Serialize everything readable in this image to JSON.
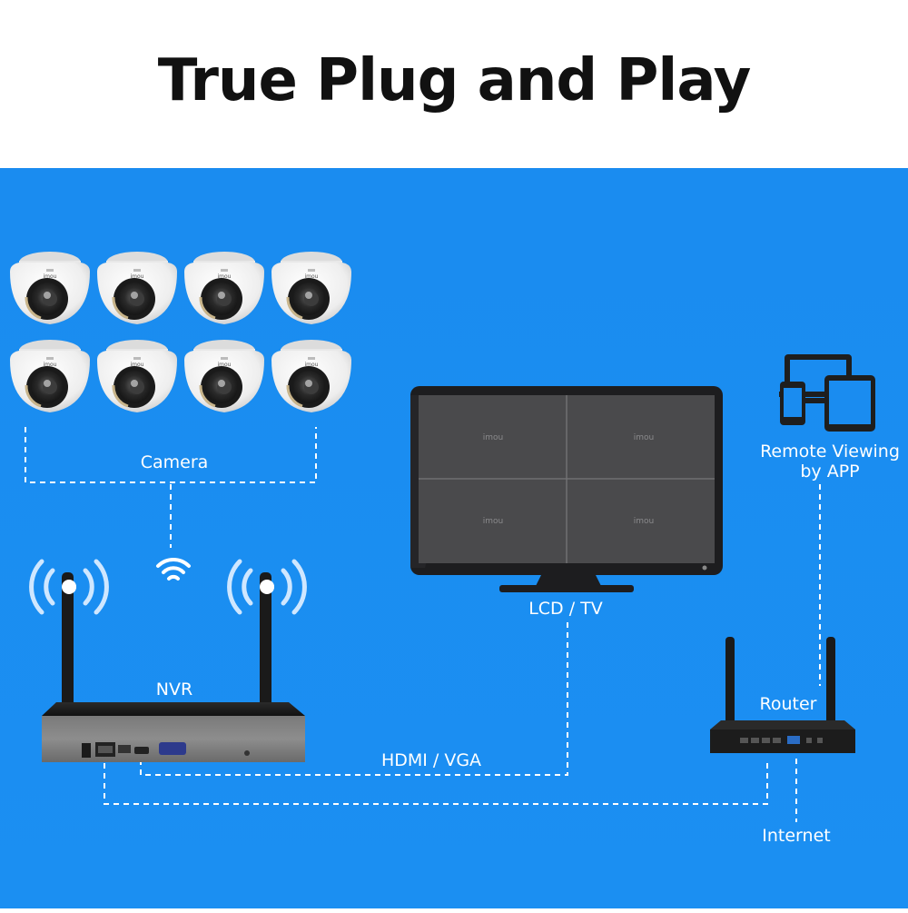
{
  "header": {
    "title": "True Plug and Play"
  },
  "colors": {
    "background": "#1a8cf0",
    "title": "#111111",
    "device": "#1c1c1e",
    "screen": "#3a3a3c",
    "line": "#ffffff"
  },
  "cameras": {
    "brand": "imou",
    "count": 8
  },
  "monitor": {
    "tiles": [
      "imou",
      "imou",
      "imou",
      "imou"
    ]
  },
  "labels": {
    "camera": "Camera",
    "nvr": "NVR",
    "lcd": "LCD / TV",
    "hdmi": "HDMI / VGA",
    "remote_line1": "Remote Viewing",
    "remote_line2": "by APP",
    "router": "Router",
    "internet": "Internet"
  },
  "icons": [
    "wifi-icon",
    "wireless-signal-icon",
    "phone-icon",
    "tablet-icon",
    "laptop-icon"
  ]
}
